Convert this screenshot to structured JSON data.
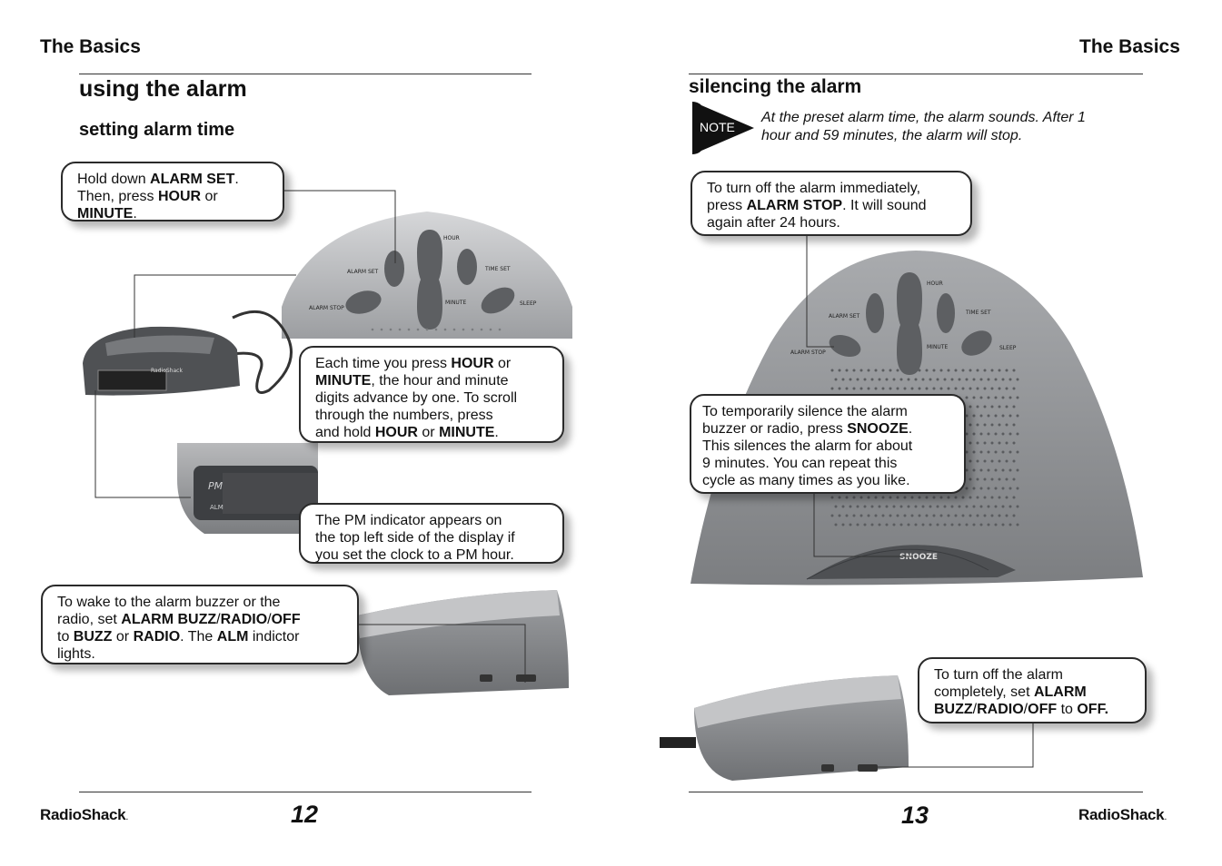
{
  "left_page": {
    "header": "The Basics",
    "title": "using the alarm",
    "subtitle": "setting alarm time",
    "callout1": {
      "t1": "Hold down ",
      "b1": "ALARM SET",
      "t2": ".",
      "t3": "Then, press ",
      "b2": "HOUR",
      "t4": " or",
      "b3": "MINUTE",
      "t5": "."
    },
    "callout2": {
      "b0": "",
      "t1": "Each time you press ",
      "b1": "HOUR",
      "t2": " or",
      "b2": "MINUTE",
      "t3": ", the hour and minute",
      "t4": "digits advance by one. To scroll",
      "t5": "through the numbers, press",
      "t6": "and hold ",
      "b3": "HOUR",
      "t7": " or ",
      "b4": "MINUTE",
      "t8": "."
    },
    "callout3": {
      "l1": "The PM indicator appears on",
      "l2": "the top left side of the display if",
      "l3": "you set the clock to a PM hour."
    },
    "callout4": {
      "l1": "To wake to the alarm buzzer or the",
      "t1": "radio, set ",
      "b1": "ALARM BUZZ",
      "s1": "/",
      "b2": "RADIO",
      "s2": "/",
      "b3": "OFF",
      "t2": "to ",
      "b4": "BUZZ",
      "t3": " or ",
      "b5": "RADIO",
      "t4": ". The ",
      "b6": "ALM",
      "t5": " indictor",
      "l4": "lights."
    },
    "device_labels": {
      "alarm_stop": "ALARM STOP",
      "alarm_set": "ALARM SET",
      "hour": "HOUR",
      "minute": "MINUTE",
      "time_set": "TIME SET",
      "sleep": "SLEEP",
      "pm": "PM",
      "alm": "ALM",
      "brand_small": "RadioShack"
    },
    "page_number": "12",
    "brand": "RadioShack"
  },
  "right_page": {
    "header": "The Basics",
    "title": "silencing the alarm",
    "note_label": "NOTE",
    "note_text_l1": "At the preset alarm time, the alarm sounds. After 1",
    "note_text_l2": "hour and 59 minutes, the alarm will stop.",
    "callout1": {
      "l1": "To turn off the alarm immediately,",
      "t1": "press ",
      "b1": "ALARM STOP",
      "t2": ". It will sound",
      "l3": "again after 24 hours."
    },
    "callout2": {
      "l1": "To temporarily silence the alarm",
      "t1": "buzzer or radio, press ",
      "b1": "SNOOZE",
      "t2": ".",
      "l3": "This silences the alarm for about",
      "l4": "9 minutes. You can repeat this",
      "l5": "cycle as many times as you like."
    },
    "callout3": {
      "l1": "To turn off the alarm",
      "t1": "completely, set ",
      "b1": "ALARM",
      "b2": "BUZZ",
      "s1": "/",
      "b3": "RADIO",
      "s2": "/",
      "b4": "OFF",
      "t2": " to ",
      "b5": "OFF."
    },
    "device_labels": {
      "hour": "HOUR",
      "alarm_set": "ALARM SET",
      "time_set": "TIME SET",
      "alarm_stop": "ALARM STOP",
      "minute": "MINUTE",
      "sleep": "SLEEP",
      "snooze": "SNOOZE"
    },
    "page_number": "13",
    "brand": "RadioShack"
  },
  "colors": {
    "device_dark": "#5d5f62",
    "device_mid": "#8a8c8f",
    "device_light": "#c9cacc",
    "button": "#6e7073"
  }
}
